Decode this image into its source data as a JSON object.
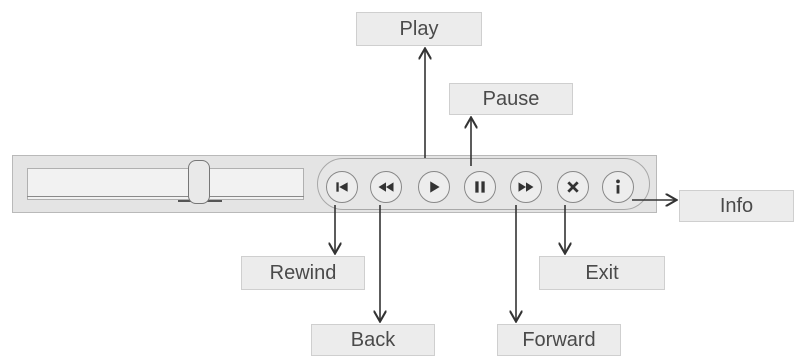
{
  "labels": {
    "play": "Play",
    "pause": "Pause",
    "info": "Info",
    "rewind": "Rewind",
    "exit": "Exit",
    "back": "Back",
    "forward": "Forward"
  },
  "slider": {
    "value_fraction": 0.63
  },
  "buttons": [
    {
      "name": "skip-to-start-button",
      "icon": "skip-to-start-icon"
    },
    {
      "name": "back-button",
      "icon": "back-icon"
    },
    {
      "name": "play-button",
      "icon": "play-icon"
    },
    {
      "name": "pause-button",
      "icon": "pause-icon"
    },
    {
      "name": "forward-button",
      "icon": "forward-icon"
    },
    {
      "name": "exit-button",
      "icon": "close-icon"
    },
    {
      "name": "info-button",
      "icon": "info-icon"
    }
  ],
  "colors": {
    "panel": "#e4e4e4",
    "label_bg": "#ececec",
    "arrow": "#333333",
    "text": "#4a4a4a"
  }
}
